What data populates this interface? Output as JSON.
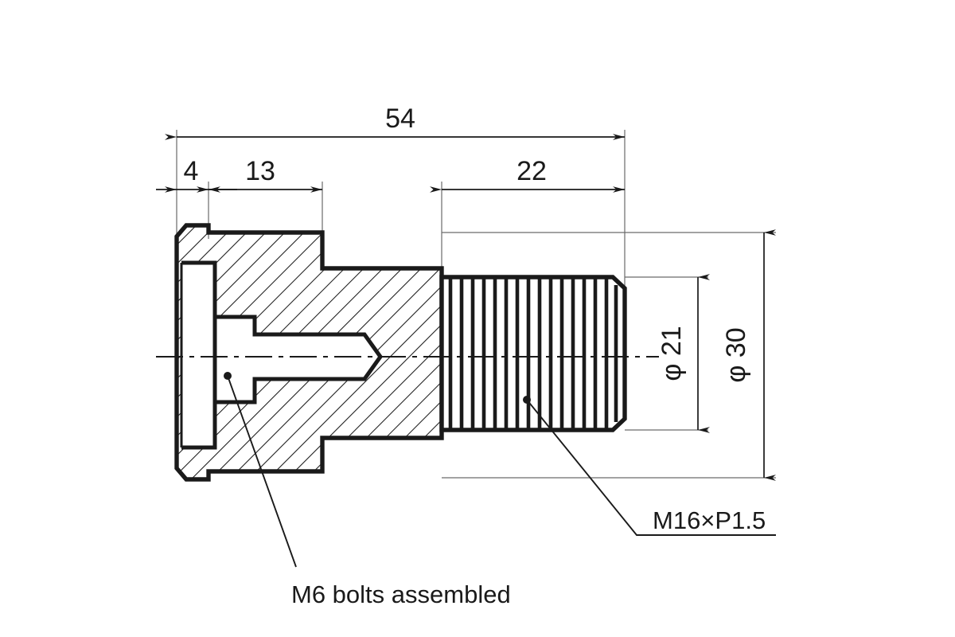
{
  "drawing": {
    "title": "Machined flange bolt / threaded hub cross-section",
    "type": "mechanical-part-section-view",
    "projection": "half-section side view",
    "units": "mm",
    "background_color": "#ffffff",
    "line_color": "#1a1a1a",
    "thin_line_color": "#555555"
  },
  "dimensions": {
    "overall_length": {
      "label": "54",
      "value": 54,
      "orientation": "horizontal",
      "position": "top"
    },
    "flange_thickness": {
      "label": "4",
      "value": 4,
      "orientation": "horizontal",
      "position": "top"
    },
    "hub_length": {
      "label": "13",
      "value": 13,
      "orientation": "horizontal",
      "position": "top"
    },
    "thread_length": {
      "label": "22",
      "value": 22,
      "orientation": "horizontal",
      "position": "top"
    },
    "thread_diameter": {
      "label": "φ 21",
      "value": 21,
      "orientation": "vertical",
      "position": "right"
    },
    "body_diameter": {
      "label": "φ 30",
      "value": 30,
      "orientation": "vertical",
      "position": "right"
    }
  },
  "annotations": {
    "thread_spec": {
      "label": "M16×P1.5",
      "leader": "points to threaded shank"
    },
    "bolt_note": {
      "label": "M6 bolts assembled",
      "leader": "points to counterbored bolt hole in flange"
    }
  },
  "features": [
    {
      "name": "chamfered-flange",
      "description": "left end flange with 45 degree chamfers"
    },
    {
      "name": "counterbore-cavity",
      "description": "internal annular recess inside flange"
    },
    {
      "name": "stepped-hub",
      "description": "intermediate cylindrical body step"
    },
    {
      "name": "bolt-hole",
      "description": "counterbored through hole with drill point"
    },
    {
      "name": "external-thread",
      "description": "M16 x P1.5 external thread, 22 long"
    },
    {
      "name": "centerline",
      "description": "horizontal dash-dot axis of revolution"
    },
    {
      "name": "section-hatching",
      "description": "45 degree parallel hatch lines"
    }
  ]
}
